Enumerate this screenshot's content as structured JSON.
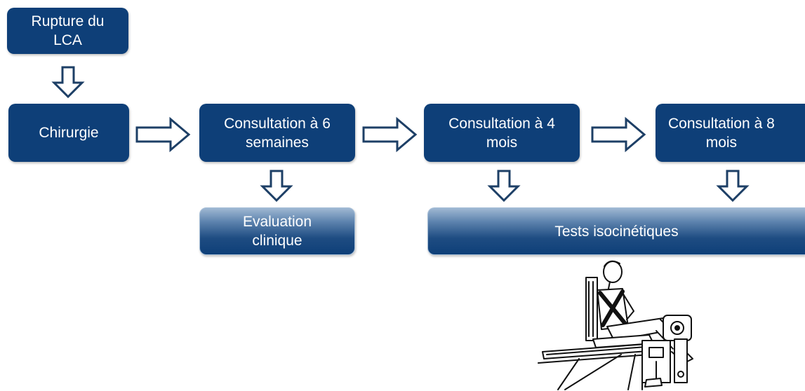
{
  "diagram": {
    "boxes": {
      "rupture": "Rupture du\nLCA",
      "chirurgie": "Chirurgie",
      "consult6": "Consultation à 6\nsemaines",
      "consult4": "Consultation à 4\nmois",
      "consult8": "Consultation à 8\nmois",
      "evaluation": "Evaluation\nclinique",
      "tests": "Tests isocinétiques"
    },
    "colors": {
      "box_fill": "#0e3f78",
      "arrow_stroke": "#1d3f66",
      "text": "#ffffff"
    },
    "illustration": "isokinetic-dynamometer-drawing"
  }
}
